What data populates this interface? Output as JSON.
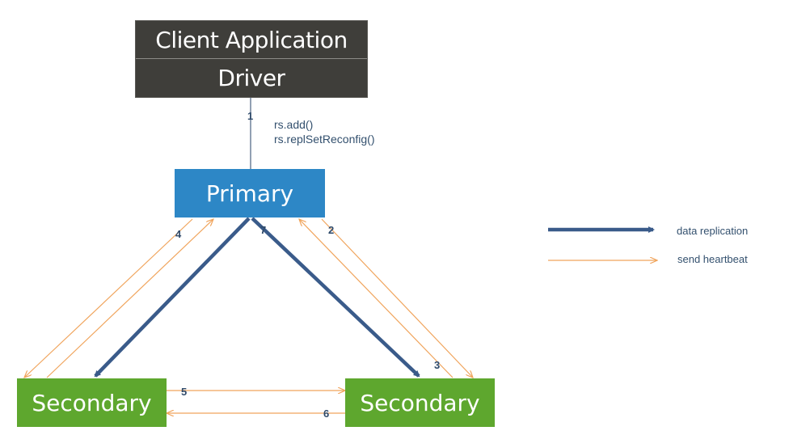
{
  "client": {
    "title": "Client Application",
    "subtitle": "Driver"
  },
  "nodes": {
    "primary": "Primary",
    "secondary_left": "Secondary",
    "secondary_right": "Secondary"
  },
  "commands": [
    "rs.add()",
    "rs.replSetReconfig()"
  ],
  "steps": [
    "1",
    "2",
    "3",
    "4",
    "5",
    "6",
    "7"
  ],
  "legend": {
    "data_replication": "data replication",
    "send_heartbeat": "send heartbeat"
  },
  "colors": {
    "client_box": "#3f3e3a",
    "primary": "#2d87c6",
    "secondary": "#5ea72e",
    "data_replication_arrow": "#3a5b8a",
    "heartbeat_arrow": "#f0a45c"
  }
}
